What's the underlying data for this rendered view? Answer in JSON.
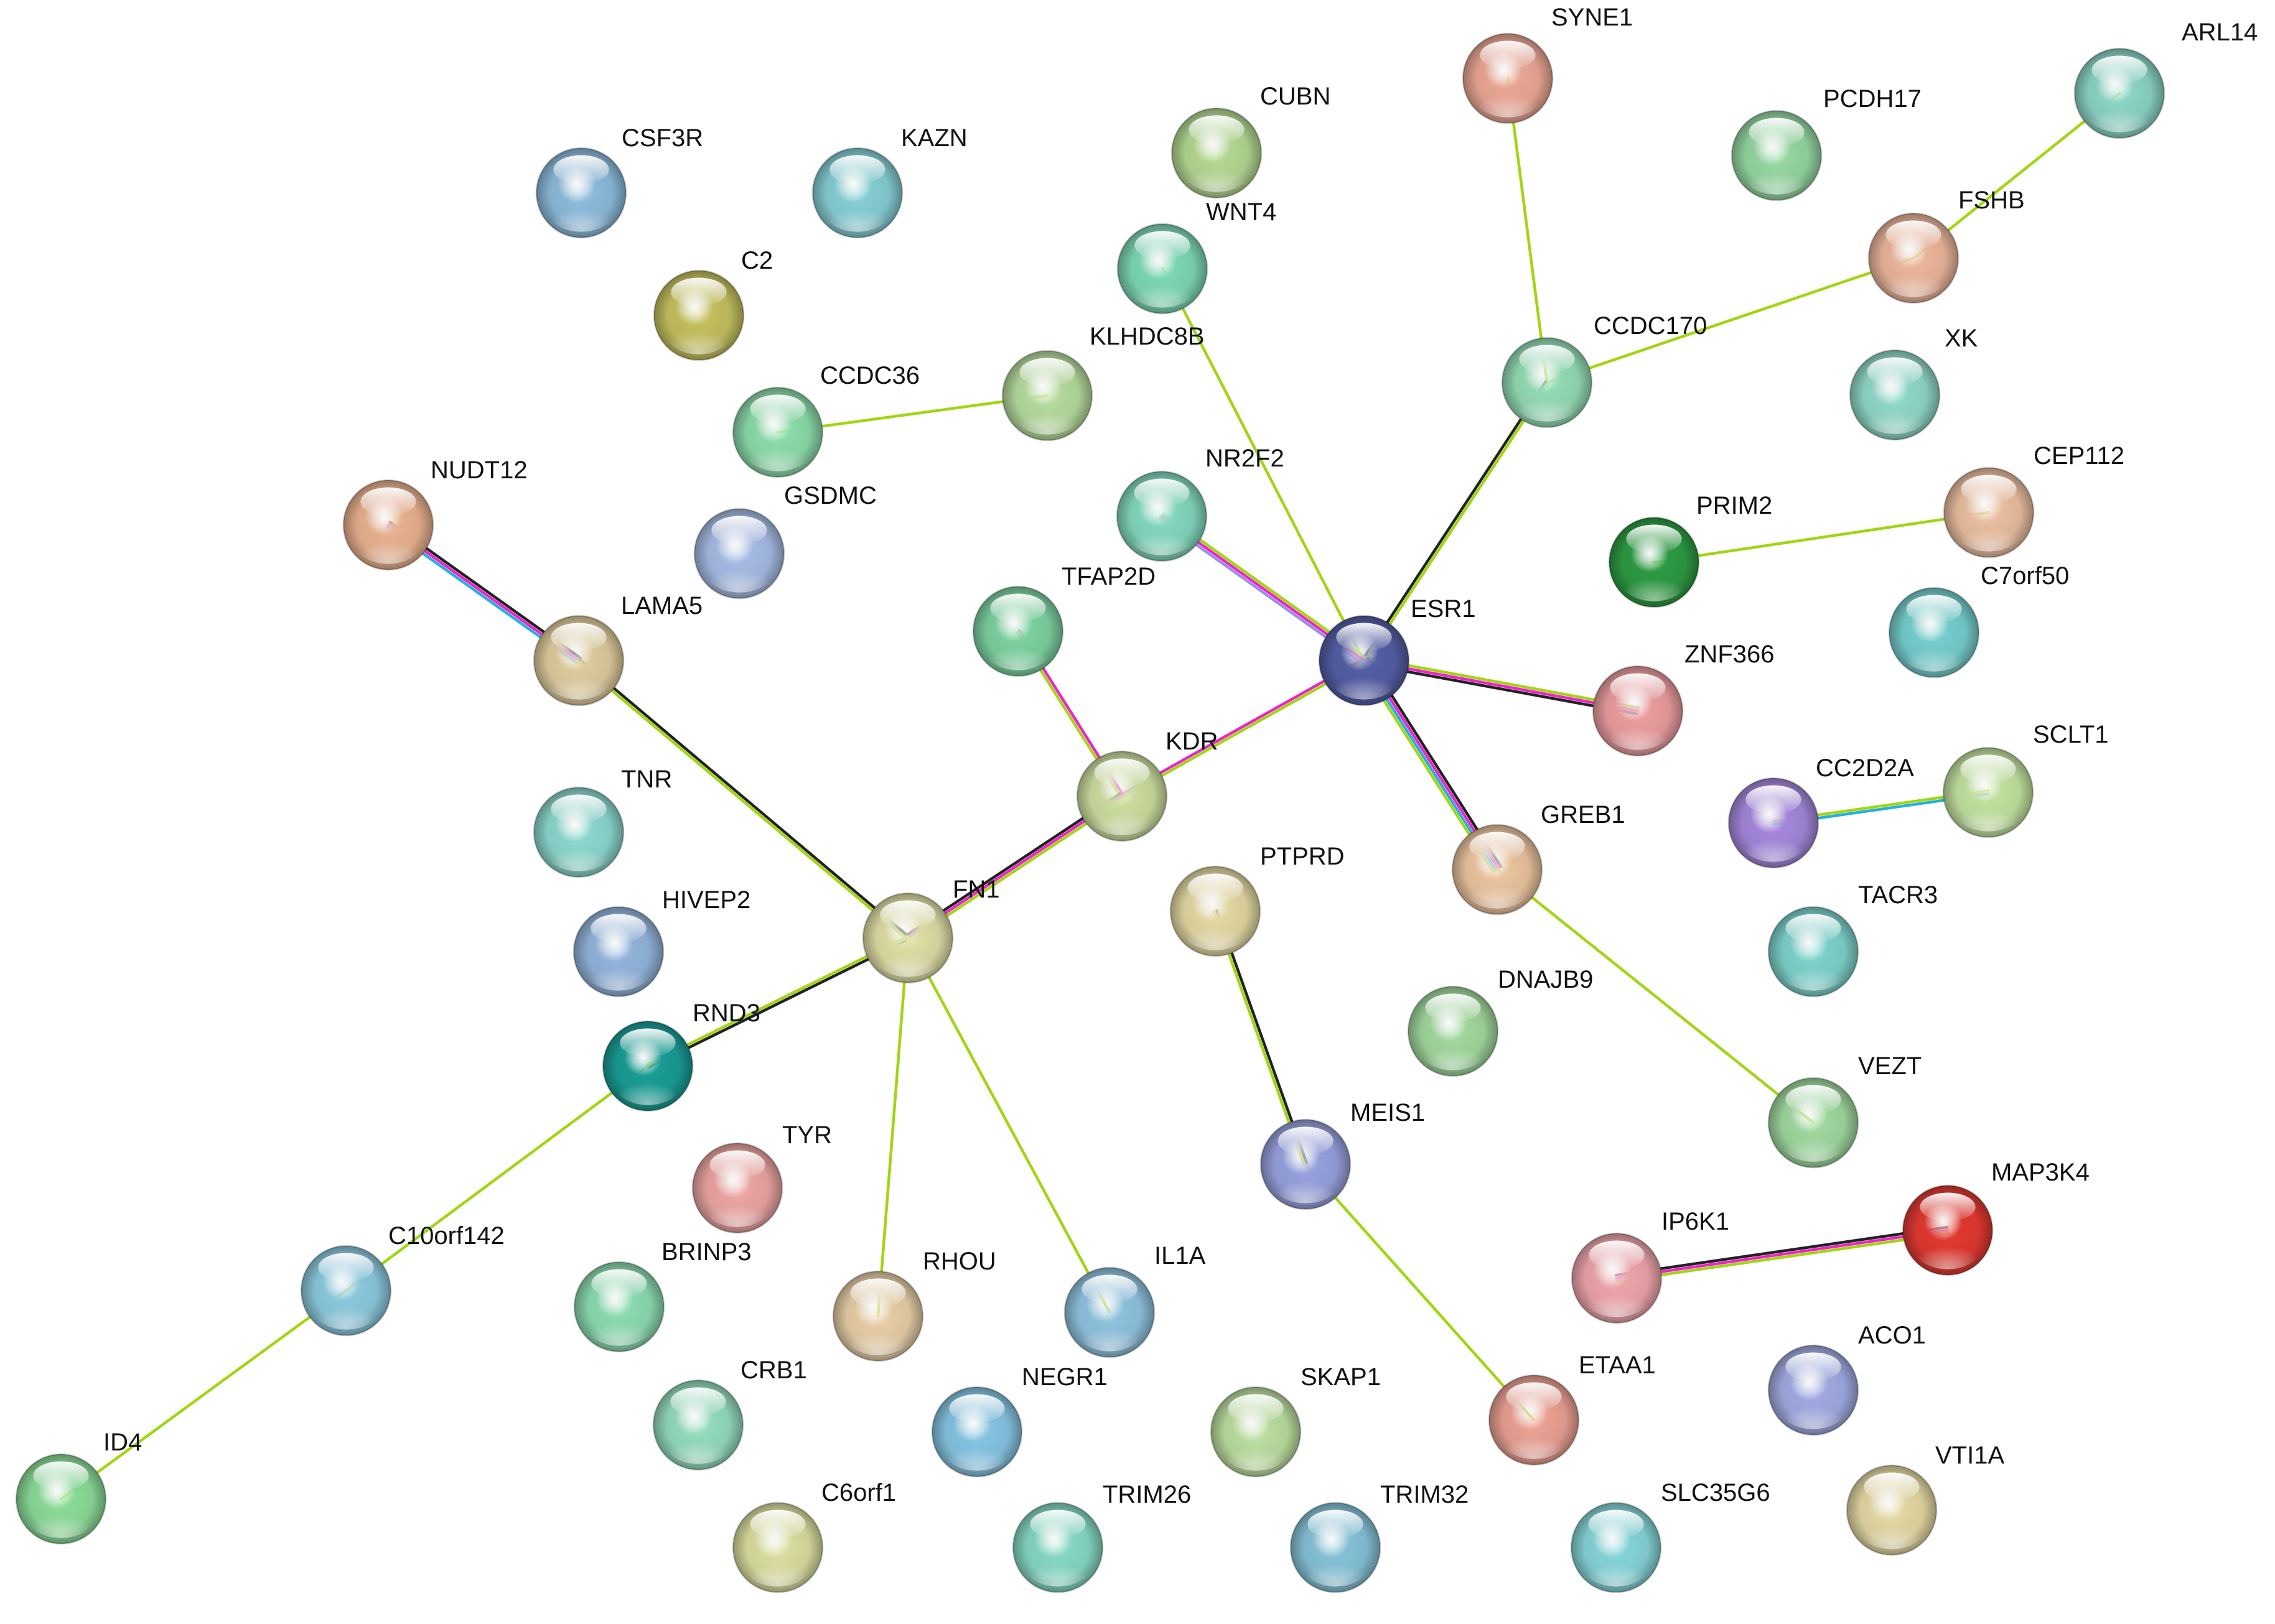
{
  "edge_colors": {
    "textmining": "#a0d610",
    "coexpression": "#222222",
    "experiments": "#ee22cc",
    "databases": "#22b0e0",
    "homology": "#9a8ee8"
  },
  "nodes": [
    {
      "id": "ARL14",
      "label": "ARL14",
      "color": "#8ed9c9"
    },
    {
      "id": "SYNE1",
      "label": "SYNE1",
      "color": "#f0aa98"
    },
    {
      "id": "CUBN",
      "label": "CUBN",
      "color": "#b7dc95"
    },
    {
      "id": "PCDH17",
      "label": "PCDH17",
      "color": "#98dba5"
    },
    {
      "id": "CSF3R",
      "label": "CSF3R",
      "color": "#8fbfe0"
    },
    {
      "id": "KAZN",
      "label": "KAZN",
      "color": "#88d2d8"
    },
    {
      "id": "FSHB",
      "label": "FSHB",
      "color": "#f0b99e"
    },
    {
      "id": "WNT4",
      "label": "WNT4",
      "color": "#7fdcb8"
    },
    {
      "id": "C2",
      "label": "C2",
      "color": "#c8c460"
    },
    {
      "id": "CCDC170",
      "label": "CCDC170",
      "color": "#96e0b8"
    },
    {
      "id": "KLHDC8B",
      "label": "KLHDC8B",
      "color": "#b9dfa0"
    },
    {
      "id": "XK",
      "label": "XK",
      "color": "#92dccb"
    },
    {
      "id": "CCDC36",
      "label": "CCDC36",
      "color": "#8fe0ad"
    },
    {
      "id": "NUDT12",
      "label": "NUDT12",
      "color": "#edb592"
    },
    {
      "id": "GSDMC",
      "label": "GSDMC",
      "color": "#a9bfe8"
    },
    {
      "id": "NR2F2",
      "label": "NR2F2",
      "color": "#85dcc2"
    },
    {
      "id": "CEP112",
      "label": "CEP112",
      "color": "#efc2a3"
    },
    {
      "id": "PRIM2",
      "label": "PRIM2",
      "color": "#2e9e44"
    },
    {
      "id": "LAMA5",
      "label": "LAMA5",
      "color": "#e3d0a0"
    },
    {
      "id": "TFAP2D",
      "label": "TFAP2D",
      "color": "#7fd6a4"
    },
    {
      "id": "ESR1",
      "label": "ESR1",
      "color": "#5560a8"
    },
    {
      "id": "C7orf50",
      "label": "C7orf50",
      "color": "#78d2d2"
    },
    {
      "id": "ZNF366",
      "label": "ZNF366",
      "color": "#f0a0a2"
    },
    {
      "id": "SCLT1",
      "label": "SCLT1",
      "color": "#c6e6a2"
    },
    {
      "id": "KDR",
      "label": "KDR",
      "color": "#d0e2a2"
    },
    {
      "id": "TNR",
      "label": "TNR",
      "color": "#8edcd2"
    },
    {
      "id": "CC2D2A",
      "label": "CC2D2A",
      "color": "#a88ae0"
    },
    {
      "id": "GREB1",
      "label": "GREB1",
      "color": "#f0c8a2"
    },
    {
      "id": "FN1",
      "label": "FN1",
      "color": "#e3e2a8"
    },
    {
      "id": "HIVEP2",
      "label": "HIVEP2",
      "color": "#96b8e0"
    },
    {
      "id": "PTPRD",
      "label": "PTPRD",
      "color": "#e8dca6"
    },
    {
      "id": "TACR3",
      "label": "TACR3",
      "color": "#7fd6d0"
    },
    {
      "id": "RND3",
      "label": "RND3",
      "color": "#1aa098"
    },
    {
      "id": "DNAJB9",
      "label": "DNAJB9",
      "color": "#a4dca0"
    },
    {
      "id": "VEZT",
      "label": "VEZT",
      "color": "#a2dca2"
    },
    {
      "id": "MEIS1",
      "label": "MEIS1",
      "color": "#9aa4e2"
    },
    {
      "id": "TYR",
      "label": "TYR",
      "color": "#f0a8a6"
    },
    {
      "id": "MAP3K4",
      "label": "MAP3K4",
      "color": "#e63a32"
    },
    {
      "id": "C10orf142",
      "label": "C10orf142",
      "color": "#8ecde2"
    },
    {
      "id": "IP6K1",
      "label": "IP6K1",
      "color": "#f2a8ae"
    },
    {
      "id": "BRINP3",
      "label": "BRINP3",
      "color": "#8ee0b4"
    },
    {
      "id": "RHOU",
      "label": "RHOU",
      "color": "#ecd2aa"
    },
    {
      "id": "IL1A",
      "label": "IL1A",
      "color": "#92c6e2"
    },
    {
      "id": "ACO1",
      "label": "ACO1",
      "color": "#a4aee6"
    },
    {
      "id": "CRB1",
      "label": "CRB1",
      "color": "#96e0c0"
    },
    {
      "id": "NEGR1",
      "label": "NEGR1",
      "color": "#88c8e6"
    },
    {
      "id": "SKAP1",
      "label": "SKAP1",
      "color": "#bfe2a2"
    },
    {
      "id": "ETAA1",
      "label": "ETAA1",
      "color": "#f0a496"
    },
    {
      "id": "ID4",
      "label": "ID4",
      "color": "#8ee09c"
    },
    {
      "id": "VTI1A",
      "label": "VTI1A",
      "color": "#e8dca6"
    },
    {
      "id": "C6orf1",
      "label": "C6orf1",
      "color": "#dfe2a2"
    },
    {
      "id": "TRIM26",
      "label": "TRIM26",
      "color": "#88dcc8"
    },
    {
      "id": "TRIM32",
      "label": "TRIM32",
      "color": "#88c6dc"
    },
    {
      "id": "SLC35G6",
      "label": "SLC35G6",
      "color": "#88d8dc"
    }
  ],
  "edges": [
    {
      "source": "ARL14",
      "target": "FSHB",
      "types": [
        "textmining"
      ]
    },
    {
      "source": "FSHB",
      "target": "CCDC170",
      "types": [
        "textmining"
      ]
    },
    {
      "source": "SYNE1",
      "target": "CCDC170",
      "types": [
        "textmining"
      ]
    },
    {
      "source": "CCDC170",
      "target": "ESR1",
      "types": [
        "textmining",
        "coexpression"
      ]
    },
    {
      "source": "WNT4",
      "target": "ESR1",
      "types": [
        "textmining"
      ]
    },
    {
      "source": "CCDC36",
      "target": "KLHDC8B",
      "types": [
        "textmining"
      ]
    },
    {
      "source": "NR2F2",
      "target": "ESR1",
      "types": [
        "textmining",
        "experiments",
        "homology"
      ]
    },
    {
      "source": "CEP112",
      "target": "PRIM2",
      "types": [
        "textmining"
      ]
    },
    {
      "source": "NUDT12",
      "target": "LAMA5",
      "types": [
        "coexpression",
        "experiments",
        "databases"
      ]
    },
    {
      "source": "LAMA5",
      "target": "FN1",
      "types": [
        "coexpression",
        "textmining"
      ]
    },
    {
      "source": "TFAP2D",
      "target": "KDR",
      "types": [
        "experiments",
        "textmining"
      ]
    },
    {
      "source": "ESR1",
      "target": "ZNF366",
      "types": [
        "textmining",
        "experiments",
        "coexpression"
      ]
    },
    {
      "source": "ESR1",
      "target": "KDR",
      "types": [
        "textmining",
        "experiments"
      ]
    },
    {
      "source": "ESR1",
      "target": "GREB1",
      "types": [
        "coexpression",
        "experiments",
        "databases",
        "textmining"
      ]
    },
    {
      "source": "KDR",
      "target": "FN1",
      "types": [
        "textmining",
        "experiments",
        "coexpression"
      ]
    },
    {
      "source": "CC2D2A",
      "target": "SCLT1",
      "types": [
        "textmining",
        "databases"
      ]
    },
    {
      "source": "GREB1",
      "target": "VEZT",
      "types": [
        "textmining"
      ]
    },
    {
      "source": "FN1",
      "target": "RND3",
      "types": [
        "coexpression",
        "textmining"
      ]
    },
    {
      "source": "FN1",
      "target": "RHOU",
      "types": [
        "textmining"
      ]
    },
    {
      "source": "FN1",
      "target": "IL1A",
      "types": [
        "textmining"
      ]
    },
    {
      "source": "PTPRD",
      "target": "MEIS1",
      "types": [
        "coexpression",
        "textmining"
      ]
    },
    {
      "source": "MEIS1",
      "target": "ETAA1",
      "types": [
        "textmining"
      ]
    },
    {
      "source": "RND3",
      "target": "C10orf142",
      "types": [
        "textmining"
      ]
    },
    {
      "source": "C10orf142",
      "target": "ID4",
      "types": [
        "textmining"
      ]
    },
    {
      "source": "IP6K1",
      "target": "MAP3K4",
      "types": [
        "coexpression",
        "experiments",
        "textmining"
      ]
    }
  ]
}
